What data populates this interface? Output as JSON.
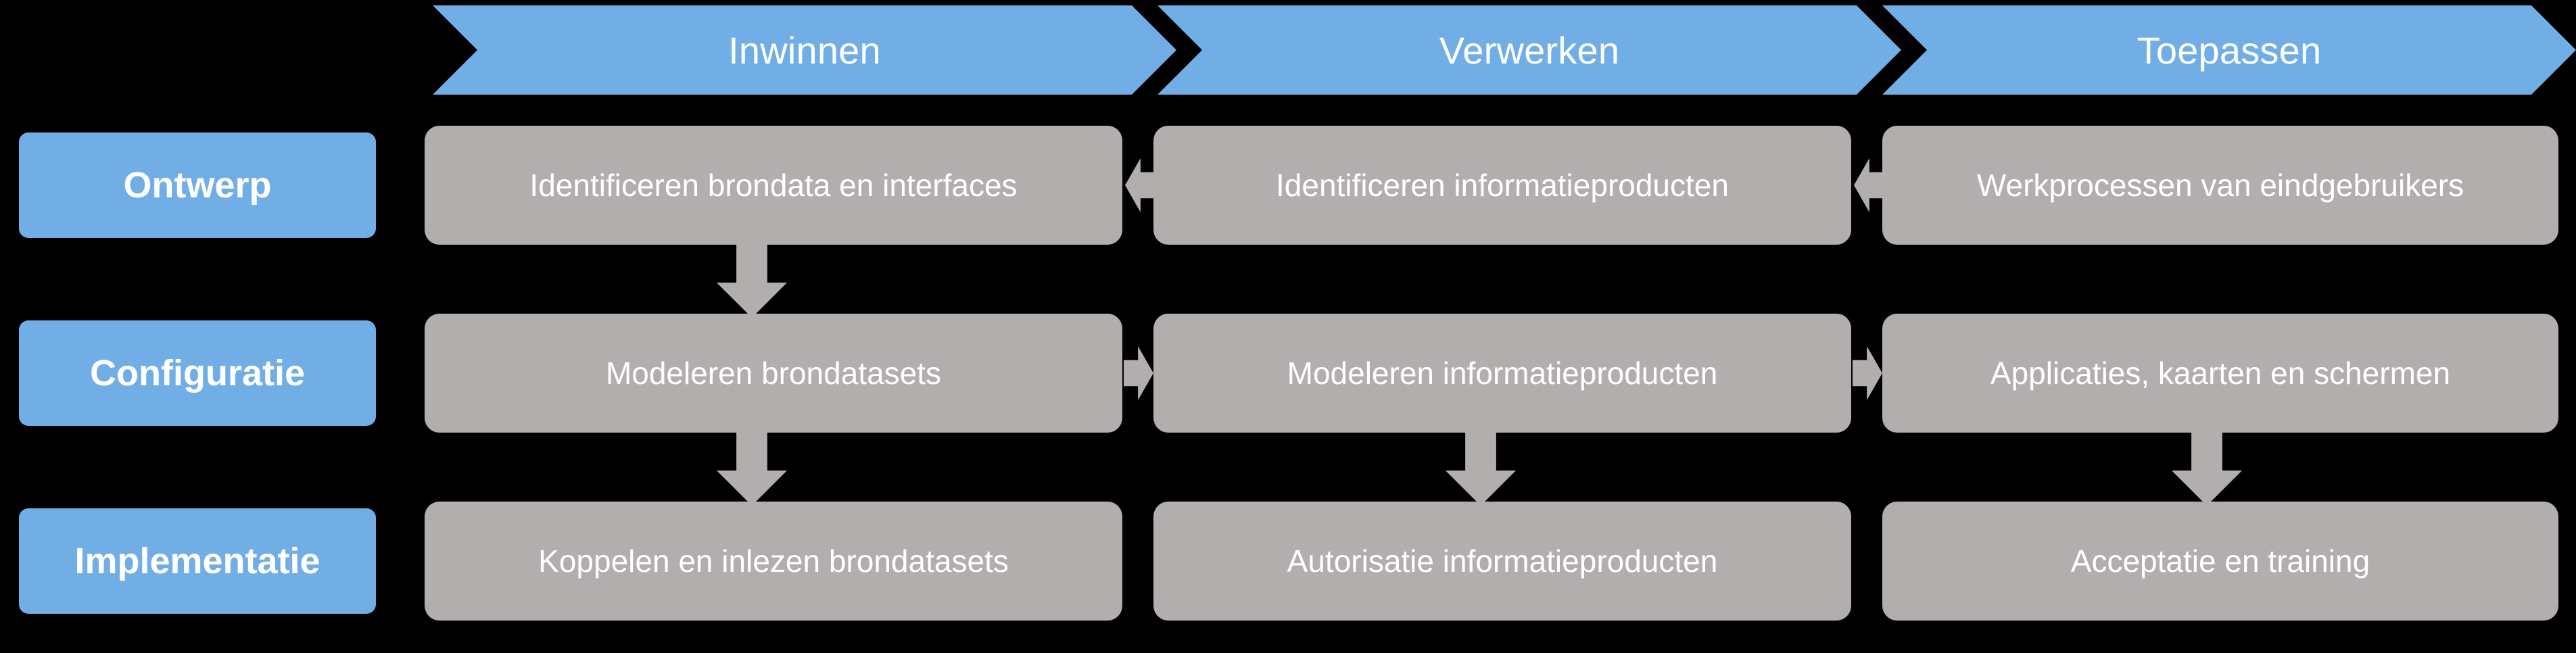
{
  "diagram": {
    "title_row": {
      "columns": [
        {
          "label": "Inwinnen"
        },
        {
          "label": "Verwerken"
        },
        {
          "label": "Toepassen"
        }
      ]
    },
    "rows": [
      {
        "label": "Ontwerp",
        "cells": [
          {
            "text": "Identificeren brondata en interfaces"
          },
          {
            "text": "Identificeren informatieproducten"
          },
          {
            "text": "Werkprocessen van eindgebruikers"
          }
        ]
      },
      {
        "label": "Configuratie",
        "cells": [
          {
            "text": "Modeleren brondatasets"
          },
          {
            "text": "Modeleren informatieproducten"
          },
          {
            "text": "Applicaties, kaarten en schermen"
          }
        ]
      },
      {
        "label": "Implementatie",
        "cells": [
          {
            "text": "Koppelen en inlezen brondatasets"
          },
          {
            "text": "Autorisatie informatieproducten"
          },
          {
            "text": "Acceptatie en training"
          }
        ]
      }
    ],
    "colors": {
      "background": "#000000",
      "accent": "#72aee6",
      "cell": "#b3aeae",
      "text_on_accent": "#ffffff",
      "text_on_cell": "#ffffff"
    },
    "arrows": {
      "down": "arrow-down-icon",
      "left": "arrow-left-icon",
      "right": "arrow-right-icon"
    }
  }
}
